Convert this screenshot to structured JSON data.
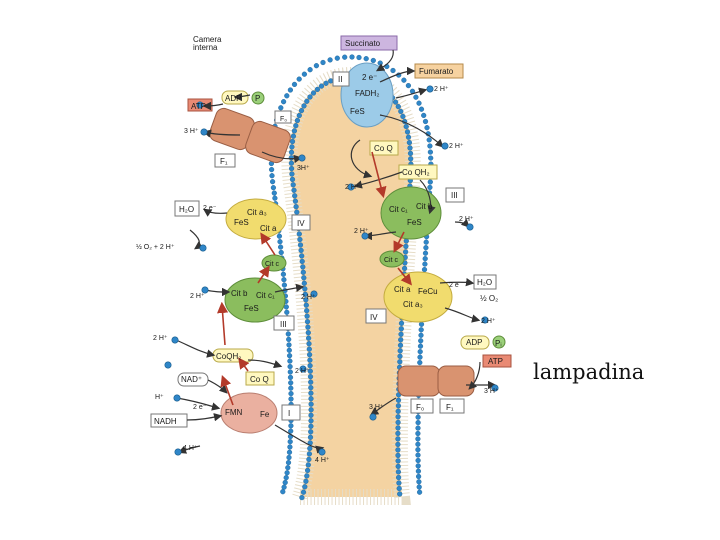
{
  "caption": "lampadina",
  "colors": {
    "matrix": "#f4d3a2",
    "membrane": "#c9b48c",
    "head": "#2f86c8",
    "protein_green": "#8bbd5e",
    "protein_yellow": "#f1dc6e",
    "protein_pink": "#eab0a0",
    "protein_orange": "#d99370",
    "label_box": "#fff8c0",
    "succinate_box": "#cdb6e0",
    "fumarate_box": "#f6d2a0",
    "atp_box": "#e98a74",
    "arrow": "#333333",
    "arrow_red": "#b33a2a"
  },
  "labels": {
    "camera": "Camera",
    "interna": "interna",
    "succinato": "Succinato",
    "fumarato": "Fumarato",
    "complex_ii": "II",
    "two_e_top": "2 e⁻",
    "fadh2": "FADH₂",
    "fes_top": "FeS",
    "two_h_top_right": "2 H⁺",
    "coq_right": "Co Q",
    "two_h_coq": "2 H⁺",
    "coqh2_right": "Co QH₂",
    "two_h_right_mid": "2 H⁺",
    "complex_iii_right": "III",
    "cit_c1_right": "Cit c₁",
    "cit_b_right": "Cit b",
    "fes_right": "FeS",
    "two_h_right_iii": "2 H⁺",
    "two_h_right_iii_b": "2 H⁺",
    "cit_c_right": "Cit c",
    "two_e_right": "2 e",
    "h2o_right": "H₂O",
    "cit_a_right": "Cit a",
    "fecu_right": "FeCu",
    "cit_a3_right": "Cit a₃",
    "half_o2_right": "½ O₂",
    "two_h_right_iv": "2 H⁺",
    "complex_iv_right": "IV",
    "adp_right": "ADP",
    "pi_right": "Pᵢ",
    "atp_right": "ATP",
    "three_h_right": "3 H⁺",
    "three_h_fo": "3 H⁺",
    "fo_right": "F₀",
    "f1_right": "F₁",
    "adp_left": "ADP",
    "p_left": "P",
    "atp_left": "ATP",
    "three_h_left": "3 H⁺",
    "fo_left": "F₀",
    "f1_left": "F₁",
    "three_h_left_b": "3H⁺",
    "h2o_left": "H₂O",
    "two_e_left": "2 e⁻",
    "cit_a3_left": "Cit a₃",
    "fes_left_iv": "FeS",
    "cit_a_left": "Cit a",
    "complex_iv_left": "IV",
    "half_o2_left": "½ O₂ + 2 H⁺",
    "cit_c_left": "Cit c",
    "two_h_left_iii": "2 H⁺",
    "cit_b_left": "Cit b",
    "cit_c1_left": "Cit c₁",
    "fes_left_iii": "FeS",
    "two_h_left_iii_b": "2 H⁺",
    "complex_iii_left": "III",
    "two_h_left_i": "2 H⁺",
    "coqh2_left": "CoQH₂",
    "nad_left": "NAD⁺",
    "coq_left": "Co Q",
    "two_h_left_coq": "2 H⁺",
    "h_left": "H⁺",
    "two_e_left_i": "2 e⁻",
    "fmn_left": "FMN",
    "fe_left": "Fe",
    "complex_i": "I",
    "nadh_left": "NADH",
    "four_h_left": "4 H⁺",
    "four_h_bottom": "4 H⁺"
  }
}
